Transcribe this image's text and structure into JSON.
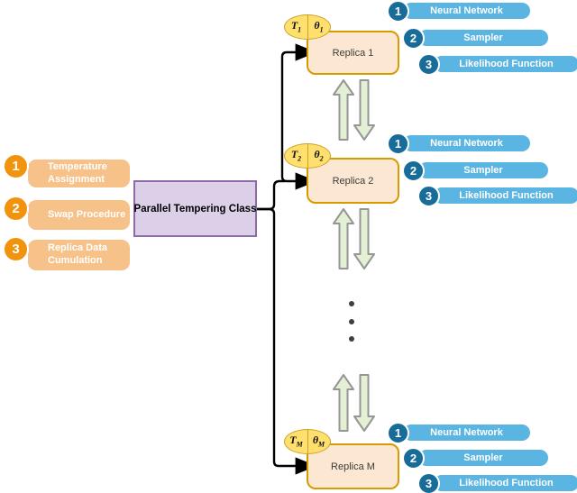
{
  "left_panel": {
    "items": [
      {
        "number": "1",
        "label": "Temperature Assignment"
      },
      {
        "number": "2",
        "label": "Swap Procedure"
      },
      {
        "number": "3",
        "label": "Replica Data Cumulation"
      }
    ]
  },
  "class_box": {
    "label": "Parallel Tempering Class"
  },
  "replicas": [
    {
      "label": "Replica 1",
      "temp": "T",
      "temp_sub": "1",
      "param": "θ",
      "param_sub": "1"
    },
    {
      "label": "Replica 2",
      "temp": "T",
      "temp_sub": "2",
      "param": "θ",
      "param_sub": "2"
    },
    {
      "label": "Replica M",
      "temp": "T",
      "temp_sub": "M",
      "param": "θ",
      "param_sub": "M"
    }
  ],
  "components": [
    {
      "number": "1",
      "label": "Neural Network"
    },
    {
      "number": "2",
      "label": "Sampler"
    },
    {
      "number": "3",
      "label": "Likelihood Function"
    }
  ],
  "colors": {
    "orange_badge": "#F2930D",
    "orange_pill": "#F6C289",
    "blue_badge": "#176C99",
    "blue_pill": "#5AB5E2",
    "replica_fill": "#FCE8D2",
    "replica_border": "#D79B00",
    "ellipse_fill": "#FFE06E",
    "ellipse_border": "#C9A227",
    "class_fill": "#DCD0E8",
    "class_border": "#8E6BA8",
    "swap_arrow_fill": "#E4F0D4",
    "swap_arrow_border": "#969696",
    "connector": "#000000",
    "dots": "#3F3F3F"
  }
}
